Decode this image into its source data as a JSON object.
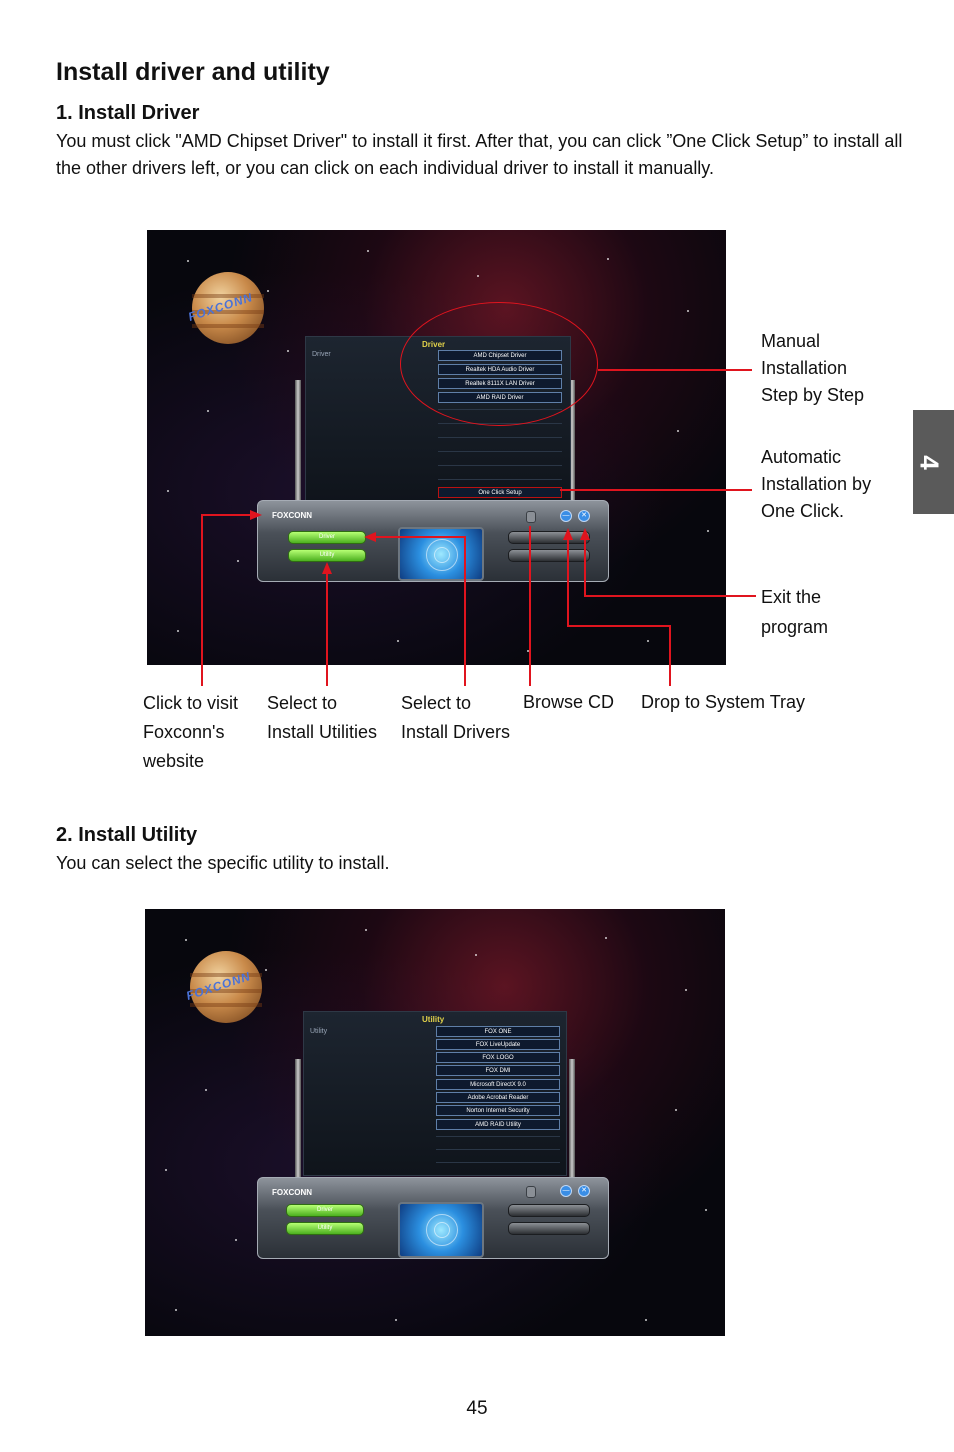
{
  "page_title": "Install driver and utility",
  "chapter_tab": "4",
  "section1": {
    "heading": "1. Install Driver",
    "body": "You must click \"AMD Chipset Driver\" to install it first. After that, you can click ”One Click Setup” to install all the other drivers left, or you can click on each individual driver to install it manually."
  },
  "screenshot1": {
    "panel_tag": "Driver",
    "list_title": "Driver",
    "items": [
      "AMD Chipset Driver",
      "Realtek HDA Audio Driver",
      "Realtek 8111X LAN Driver",
      "AMD RAID Driver"
    ],
    "one_click": "One Click Setup",
    "console_logo": "FOXCONN",
    "btn_driver": "Driver",
    "btn_utility": "Utility",
    "exit_glyph": "✕",
    "tray_glyph": "—"
  },
  "callouts": {
    "manual": [
      "Manual",
      "Installation",
      "Step by Step"
    ],
    "automatic": [
      "Automatic",
      "Installation by",
      "One Click."
    ],
    "exit": [
      "Exit the",
      "program"
    ],
    "visit": [
      "Click to visit",
      "Foxconn's",
      "website"
    ],
    "utilities": [
      "Select to",
      "Install Utilities"
    ],
    "drivers": [
      "Select to",
      "Install Drivers"
    ],
    "browse": "Browse CD",
    "tray": "Drop to System Tray"
  },
  "section2": {
    "heading": "2. Install Utility",
    "body": "You can select the specific utility to install."
  },
  "screenshot2": {
    "panel_tag": "Utility",
    "list_title": "Utility",
    "items": [
      "FOX ONE",
      "FOX LiveUpdate",
      "FOX LOGO",
      "FOX DMI",
      "Microsoft DirectX 9.0",
      "Adobe Acrobat Reader",
      "Norton Internet Security",
      "AMD RAID Utility"
    ],
    "console_logo": "FOXCONN",
    "btn_driver": "Driver",
    "btn_utility": "Utility",
    "exit_glyph": "✕",
    "tray_glyph": "—"
  },
  "page_number": "45",
  "colors": {
    "callout_line": "#e0141e",
    "tab_bg": "#5a5a5a"
  }
}
